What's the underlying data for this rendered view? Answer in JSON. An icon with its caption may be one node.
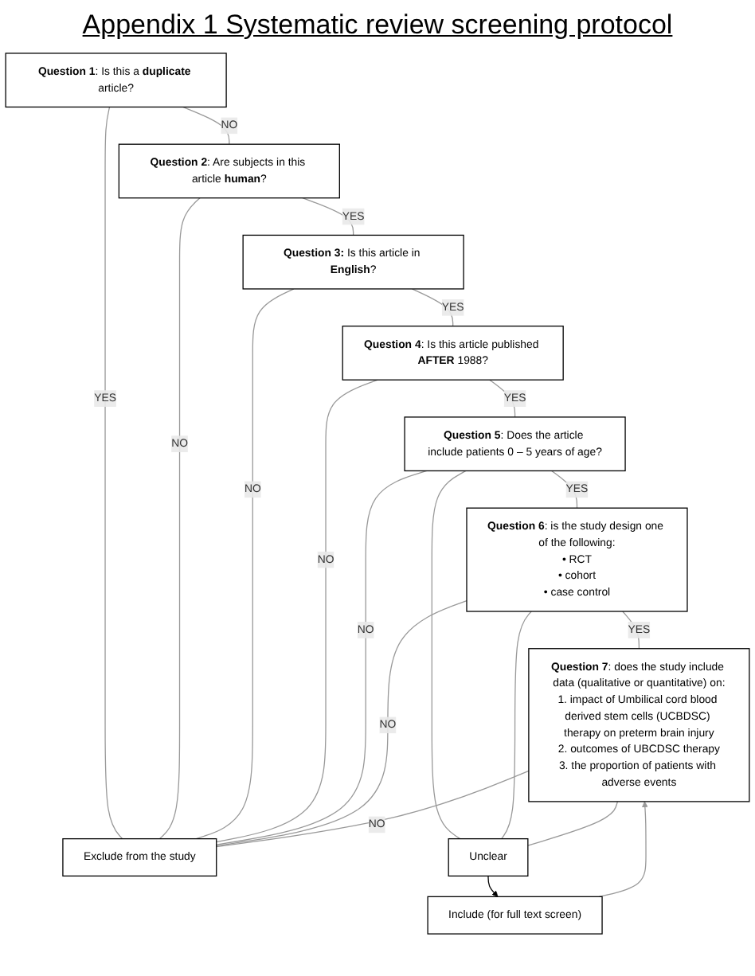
{
  "diagram": {
    "title": "Appendix 1 Systematic review screening protocol",
    "nodes": [
      {
        "text": [
          "**Question 1**: Is this a **duplicate** article?"
        ]
      },
      {
        "text": [
          "**Question 2**: Are subjects in this article **human**?"
        ]
      },
      {
        "text": [
          "**Question 3:** Is this article in **English**?"
        ]
      },
      {
        "text": [
          "**Question 4**: Is this article published **AFTER** 1988?"
        ]
      },
      {
        "text": [
          "**Question 5**: Does the article include patients 0 – 5 years of age?"
        ]
      },
      {
        "text": [
          "**Question 6**: is the study design one of the following:",
          "• RCT",
          "• cohort",
          "• case control"
        ]
      },
      {
        "text": [
          "**Question 7**: does the study include data (qualitative or quantitative) on:",
          "1. impact of Umbilical cord blood derived stem cells (UCBDSC) therapy on preterm brain injury",
          "2. outcomes of UBCDSC therapy",
          "3. the proportion of patients with adverse events"
        ]
      },
      {
        "text": [
          "Exclude from the study"
        ]
      },
      {
        "text": [
          "Include (for full text screen)"
        ]
      },
      {
        "text": [
          "Unclear"
        ]
      }
    ],
    "edges": [
      {
        "from": 0,
        "to": 1,
        "arrow": "none",
        "label": "NO"
      },
      {
        "from": 1,
        "to": 2,
        "arrow": "none",
        "label": "YES"
      },
      {
        "from": 2,
        "to": 3,
        "arrow": "none",
        "label": "YES"
      },
      {
        "from": 3,
        "to": 4,
        "arrow": "none",
        "label": "YES"
      },
      {
        "from": 4,
        "to": 5,
        "arrow": "none",
        "label": "YES"
      },
      {
        "from": 5,
        "to": 6,
        "arrow": "none",
        "label": "YES"
      },
      {
        "from": 0,
        "to": 7,
        "arrow": "none",
        "label": "YES"
      },
      {
        "from": 1,
        "to": 7,
        "arrow": "none",
        "label": "NO"
      },
      {
        "from": 2,
        "to": 7,
        "arrow": "none",
        "label": "NO"
      },
      {
        "from": 3,
        "to": 7,
        "arrow": "none",
        "label": "NO"
      },
      {
        "from": 4,
        "to": 7,
        "arrow": "none",
        "label": "NO"
      },
      {
        "from": 5,
        "to": 7,
        "arrow": "none",
        "label": "NO"
      },
      {
        "from": 6,
        "to": 7,
        "arrow": "none",
        "label": "NO"
      },
      {
        "from": 8,
        "to": 6,
        "arrow": "to"
      },
      {
        "from": 4,
        "to": 9,
        "arrow": "none"
      },
      {
        "from": 5,
        "to": 9,
        "arrow": "none"
      },
      {
        "from": 6,
        "to": 9,
        "arrow": "none"
      },
      {
        "from": 9,
        "to": 8,
        "arrow": "to",
        "color": "#000000"
      }
    ]
  }
}
